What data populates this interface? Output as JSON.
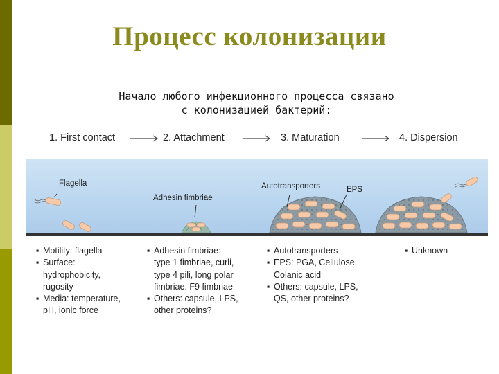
{
  "slide": {
    "title": "Процесс колонизации",
    "subtitle_line1": "Начало любого инфекционного процесса связано",
    "subtitle_line2": "с колонизацией бактерий:"
  },
  "steps": [
    "1. First contact",
    "2. Attachment",
    "3. Maturation",
    "4. Dispersion"
  ],
  "labels": {
    "flagella": "Flagella",
    "adhesin": "Adhesin fimbriae",
    "autotransporters": "Autotransporters",
    "eps": "EPS"
  },
  "columns": {
    "col1": {
      "b1": "Motility: flagella",
      "b2": "Surface:",
      "b2c1": "hydrophobicity,",
      "b2c2": "rugosity",
      "b3": "Media: temperature,",
      "b3c1": "pH, ionic force"
    },
    "col2": {
      "b1": "Adhesin fimbriae:",
      "b1c1": "type 1 fimbriae, curli,",
      "b1c2": "type 4 pili, long polar",
      "b1c3": "fimbriae, F9 fimbriae",
      "b2": "Others: capsule, LPS,",
      "b2c1": "other proteins?"
    },
    "col3": {
      "b1": "Autotransporters",
      "b2": "EPS: PGA, Cellulose,",
      "b2c1": "Colanic acid",
      "b3": "Others: capsule, LPS,",
      "b3c1": "QS, other proteins?"
    },
    "col4": {
      "b1": "Unknown"
    }
  },
  "colors": {
    "title": "#8a8a1e",
    "sidebar_dark": "#6b6b00",
    "sidebar_light": "#cccc66",
    "sidebar_mid": "#999900",
    "panel_blue": "#bcd7ef",
    "bacterium": "#f6c9a8",
    "biofilm": "#8a9aa8"
  },
  "icons": {
    "bullet": "square-bullet-icon",
    "arrow": "long-right-arrow-icon"
  }
}
